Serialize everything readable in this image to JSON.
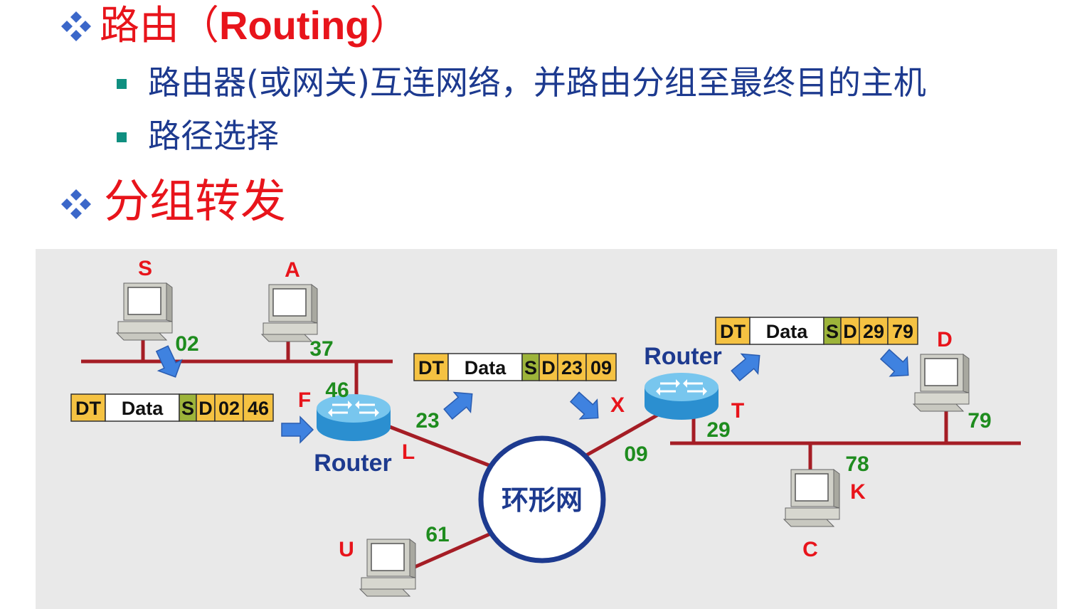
{
  "heading1": {
    "prefix": "路由（",
    "bold": "Routing",
    "suffix": "）"
  },
  "bullets": [
    "路由器(或网关)互连网络，并路由分组至最终目的主机",
    "路径选择"
  ],
  "heading2": "分组转发",
  "diagram": {
    "hosts": {
      "S": "S",
      "A": "A",
      "D": "D",
      "C": "C",
      "U": "U"
    },
    "addresses": {
      "s": "02",
      "a": "37",
      "f": "46",
      "l": "23",
      "t": "29",
      "x": "09",
      "d": "79",
      "c": "78",
      "u": "61"
    },
    "ports": {
      "F": "F",
      "L": "L",
      "X": "X",
      "T": "T",
      "K": "K"
    },
    "router_label": "Router",
    "ring_label": "环形网",
    "packets": [
      {
        "dt": "DT",
        "data": "Data",
        "s": "S",
        "d": "D",
        "a1": "02",
        "a2": "46"
      },
      {
        "dt": "DT",
        "data": "Data",
        "s": "S",
        "d": "D",
        "a1": "23",
        "a2": "09"
      },
      {
        "dt": "DT",
        "data": "Data",
        "s": "S",
        "d": "D",
        "a1": "29",
        "a2": "79"
      }
    ],
    "colors": {
      "link": "#a51d25",
      "ring": "#1d3a8f",
      "field_yellow": "#f5c242",
      "field_olive": "#9db43a",
      "arrow": "#3f82e0"
    }
  }
}
